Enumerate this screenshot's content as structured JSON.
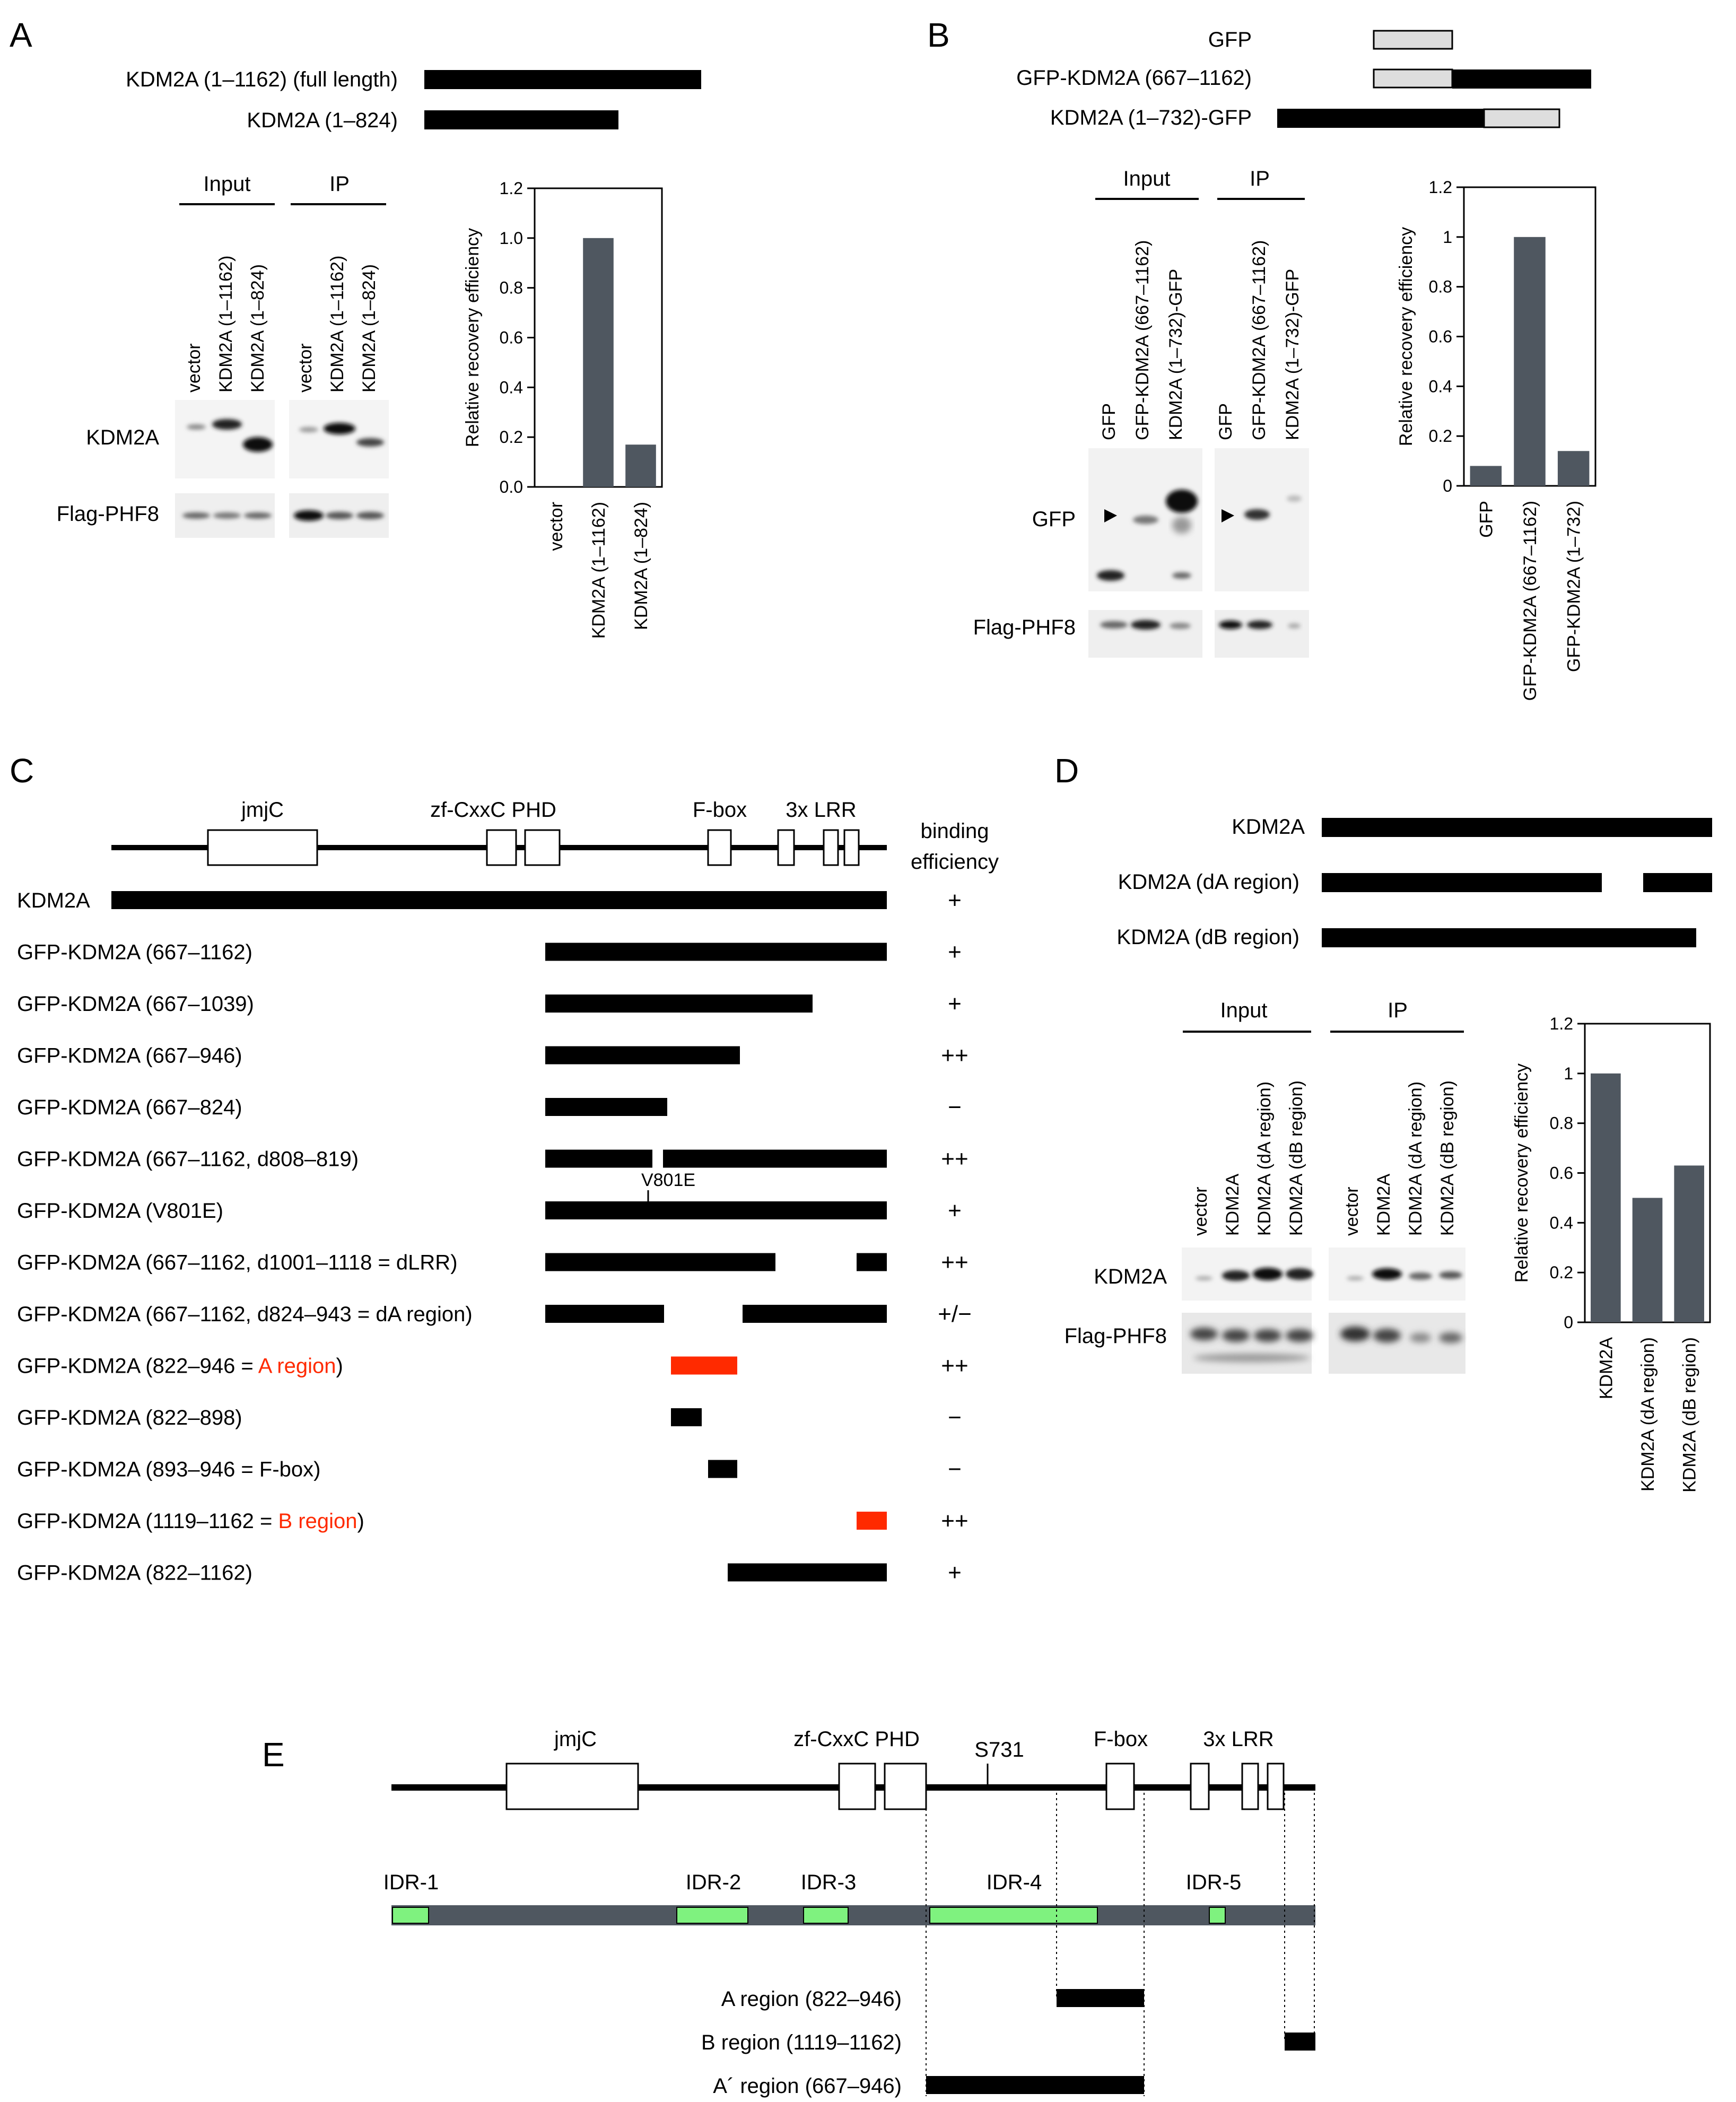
{
  "panels": {
    "a": {
      "letter": "A",
      "constructs": [
        {
          "label": "KDM2A (1–1162) (full length)"
        },
        {
          "label": "KDM2A (1–824)"
        }
      ],
      "blot": {
        "input_header": "Input",
        "ip_header": "IP",
        "lanes": [
          "vector",
          "KDM2A (1–1162)",
          "KDM2A (1–824)"
        ],
        "rows": [
          "KDM2A",
          "Flag-PHF8"
        ]
      }
    },
    "b": {
      "letter": "B",
      "constructs": [
        {
          "label": "GFP"
        },
        {
          "label": "GFP-KDM2A (667–1162)"
        },
        {
          "label": "KDM2A (1–732)-GFP"
        }
      ],
      "blot": {
        "input_header": "Input",
        "ip_header": "IP",
        "lanes": [
          "GFP",
          "GFP-KDM2A (667–1162)",
          "KDM2A (1–732)-GFP"
        ],
        "rows": [
          "GFP",
          "Flag-PHF8"
        ]
      }
    },
    "c": {
      "letter": "C",
      "domains": [
        "jmjC",
        "zf-CxxC PHD",
        "F-box",
        "3x LRR"
      ],
      "efficiency_header": [
        "binding",
        "efficiency"
      ],
      "mutation_label": "V801E",
      "constructs": [
        {
          "pre": "KDM2A",
          "hl": "",
          "post": "",
          "eff": "+"
        },
        {
          "pre": "GFP-KDM2A (667–1162)",
          "hl": "",
          "post": "",
          "eff": "+"
        },
        {
          "pre": "GFP-KDM2A (667–1039)",
          "hl": "",
          "post": "",
          "eff": "+"
        },
        {
          "pre": "GFP-KDM2A (667–946)",
          "hl": "",
          "post": "",
          "eff": "++"
        },
        {
          "pre": "GFP-KDM2A (667–824)",
          "hl": "",
          "post": "",
          "eff": "−"
        },
        {
          "pre": "GFP-KDM2A (667–1162, d808–819)",
          "hl": "",
          "post": "",
          "eff": "++"
        },
        {
          "pre": "GFP-KDM2A (V801E)",
          "hl": "",
          "post": "",
          "eff": "+"
        },
        {
          "pre": "GFP-KDM2A (667–1162, d1001–1118 = dLRR)",
          "hl": "",
          "post": "",
          "eff": "++"
        },
        {
          "pre": "GFP-KDM2A (667–1162, d824–943 = dA region)",
          "hl": "",
          "post": "",
          "eff": "+/−"
        },
        {
          "pre": "GFP-KDM2A (822–946 = ",
          "hl": "A region",
          "post": ")",
          "eff": "++"
        },
        {
          "pre": "GFP-KDM2A (822–898)",
          "hl": "",
          "post": "",
          "eff": "−"
        },
        {
          "pre": "GFP-KDM2A (893–946 = F-box)",
          "hl": "",
          "post": "",
          "eff": "−"
        },
        {
          "pre": "GFP-KDM2A (1119–1162 = ",
          "hl": "B region",
          "post": ")",
          "eff": "++"
        },
        {
          "pre": "GFP-KDM2A (822–1162)",
          "hl": "",
          "post": "",
          "eff": "+"
        }
      ]
    },
    "d": {
      "letter": "D",
      "constructs": [
        {
          "label": "KDM2A"
        },
        {
          "label": "KDM2A (dA region)"
        },
        {
          "label": "KDM2A (dB region)"
        }
      ],
      "blot": {
        "input_header": "Input",
        "ip_header": "IP",
        "lanes": [
          "vector",
          "KDM2A",
          "KDM2A (dA region)",
          "KDM2A (dB region)"
        ],
        "rows": [
          "KDM2A",
          "Flag-PHF8"
        ]
      }
    },
    "e": {
      "letter": "E",
      "domains": [
        "jmjC",
        "zf-CxxC PHD",
        "S731",
        "F-box",
        "3x LRR"
      ],
      "idrs": [
        "IDR-1",
        "IDR-2",
        "IDR-3",
        "IDR-4",
        "IDR-5"
      ],
      "regions": [
        "A region (822–946)",
        "B region (1119–1162)",
        "A´ region (667–946)"
      ]
    }
  },
  "colors": {
    "highlight_red": "#ff2a00",
    "idr_green": "#7ff27f",
    "bar_gray": "#4f5760",
    "gfp_box_gray": "#dedede"
  },
  "chart_data": [
    {
      "type": "bar",
      "panel": "A",
      "categories": [
        "vector",
        "KDM2A (1–1162)",
        "KDM2A (1–824)"
      ],
      "values": [
        0,
        1.0,
        0.17
      ],
      "ylabel": "Relative recovery efficiency",
      "ylim": [
        0,
        1.2
      ],
      "yticks": [
        "0.0",
        "0.2",
        "0.4",
        "0.6",
        "0.8",
        "1.0",
        "1.2"
      ],
      "grid": false
    },
    {
      "type": "bar",
      "panel": "B",
      "categories": [
        "GFP",
        "GFP-KDM2A (667–1162)",
        "GFP-KDM2A (1–732)"
      ],
      "values": [
        0.08,
        1.0,
        0.14
      ],
      "ylabel": "Relative recovery efficiency",
      "ylim": [
        0,
        1.2
      ],
      "yticks": [
        "0",
        "0.2",
        "0.4",
        "0.6",
        "0.8",
        "1",
        "1.2"
      ],
      "grid": false
    },
    {
      "type": "bar",
      "panel": "D",
      "categories": [
        "KDM2A",
        "KDM2A (dA region)",
        "KDM2A (dB region)"
      ],
      "values": [
        1.0,
        0.5,
        0.63
      ],
      "ylabel": "Relative recovery efficiency",
      "ylim": [
        0,
        1.2
      ],
      "yticks": [
        "0",
        "0.2",
        "0.4",
        "0.6",
        "0.8",
        "1",
        "1.2"
      ],
      "grid": false
    }
  ]
}
